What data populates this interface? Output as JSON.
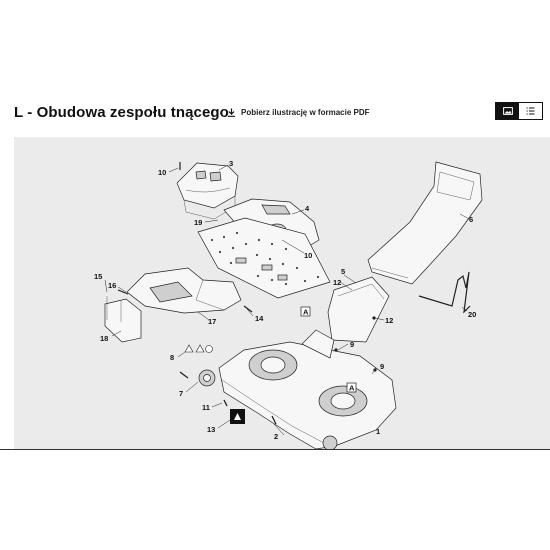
{
  "header": {
    "title": "L - Obudowa zespołu tnącego",
    "download_label": "Pobierz ilustrację w formacie PDF",
    "download_icon": "download-icon",
    "view_toggle": {
      "image_icon": "image-view-icon",
      "list_icon": "list-view-icon",
      "active": "image"
    }
  },
  "diagram": {
    "callouts": {
      "c1": "1",
      "c2": "2",
      "c3": "3",
      "c4": "4",
      "c5": "5",
      "c6": "6",
      "c7": "7",
      "c8": "8",
      "c9a": "9",
      "c9b": "9",
      "c10a": "10",
      "c10b": "10",
      "c11": "11",
      "c12a": "12",
      "c12b": "12",
      "c13": "13",
      "c14": "14",
      "c15": "15",
      "c16": "16",
      "c17": "17",
      "c18": "18",
      "c19": "19",
      "c20": "20"
    },
    "marker_letter": "A"
  }
}
